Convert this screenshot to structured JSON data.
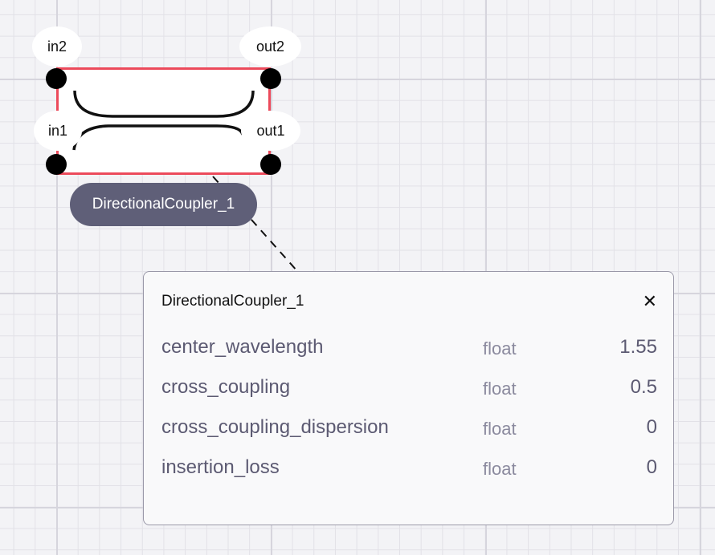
{
  "component": {
    "name": "DirectionalCoupler_1",
    "ports": {
      "in1": "in1",
      "in2": "in2",
      "out1": "out1",
      "out2": "out2"
    }
  },
  "panel": {
    "title": "DirectionalCoupler_1",
    "close_icon": "close-icon",
    "params": [
      {
        "name": "center_wavelength",
        "type": "float",
        "value": "1.55"
      },
      {
        "name": "cross_coupling",
        "type": "float",
        "value": "0.5"
      },
      {
        "name": "cross_coupling_dispersion",
        "type": "float",
        "value": "0"
      },
      {
        "name": "insertion_loss",
        "type": "float",
        "value": "0"
      }
    ]
  },
  "colors": {
    "border": "#ec4a5b",
    "pill": "#5f5f78"
  }
}
